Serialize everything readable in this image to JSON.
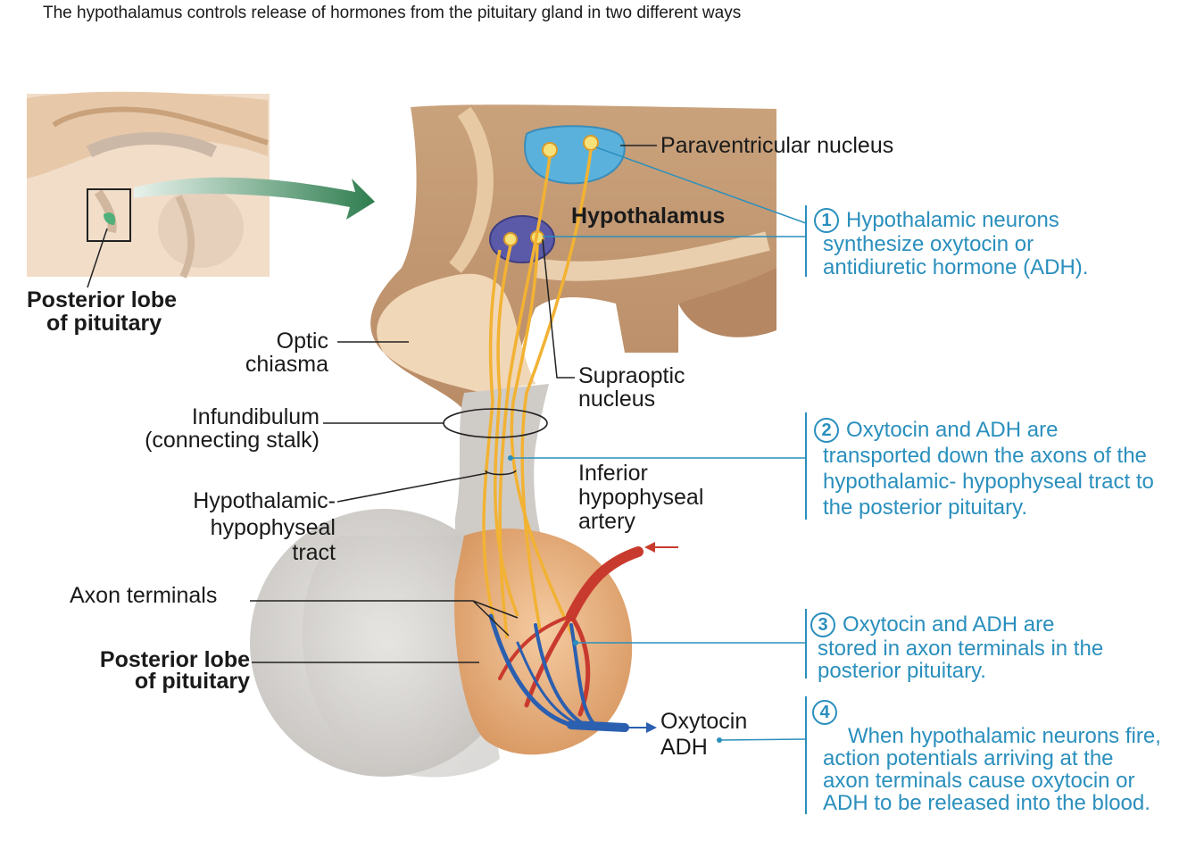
{
  "title": "The hypothalamus controls release of hormones from the pituitary gland in two different ways",
  "labels": {
    "paraventricular": "Paraventricular nucleus",
    "hypothalamus": "Hypothalamus",
    "posterior_lobe_inset_1": "Posterior lobe",
    "posterior_lobe_inset_2": "of pituitary",
    "optic_1": "Optic",
    "optic_2": "chiasma",
    "supraoptic_1": "Supraoptic",
    "supraoptic_2": "nucleus",
    "infundibulum_1": "Infundibulum",
    "infundibulum_2": "(connecting stalk)",
    "tract_1": "Hypothalamic-",
    "tract_2": "hypophyseal",
    "tract_3": "tract",
    "artery_1": "Inferior",
    "artery_2": "hypophyseal",
    "artery_3": "artery",
    "axon_terminals": "Axon terminals",
    "posterior_lobe_1": "Posterior lobe",
    "posterior_lobe_2": "of pituitary",
    "oxytocin": "Oxytocin",
    "adh": "ADH"
  },
  "steps": [
    {
      "num": "1",
      "lines": [
        "Hypothalamic neurons",
        "synthesize oxytocin or",
        "antidiuretic hormone (ADH)."
      ]
    },
    {
      "num": "2",
      "lines": [
        "Oxytocin and ADH are",
        "transported down the axons of the",
        "hypothalamic- hypophyseal tract to",
        "the posterior pituitary."
      ]
    },
    {
      "num": "3",
      "lines": [
        "Oxytocin and ADH are",
        "stored in axon terminals in the",
        "posterior pituitary."
      ]
    },
    {
      "num": "4",
      "lines": [
        "When hypothalamic neurons fire,",
        "action potentials arriving at the",
        "axon terminals cause oxytocin or",
        "ADH to be released into the blood."
      ]
    }
  ],
  "colors": {
    "step_text": "#2a8fbd",
    "brain_tissue": "#d9b28a",
    "pituitary_posterior": "#e6b07e",
    "anterior_lobe": "#d6d3cf",
    "axon": "#f2b233",
    "artery": "#c93a2e",
    "vein": "#2b5fb0",
    "paraventricular_fill": "#5ab2dc",
    "supraoptic_fill": "#5a5aa8"
  }
}
